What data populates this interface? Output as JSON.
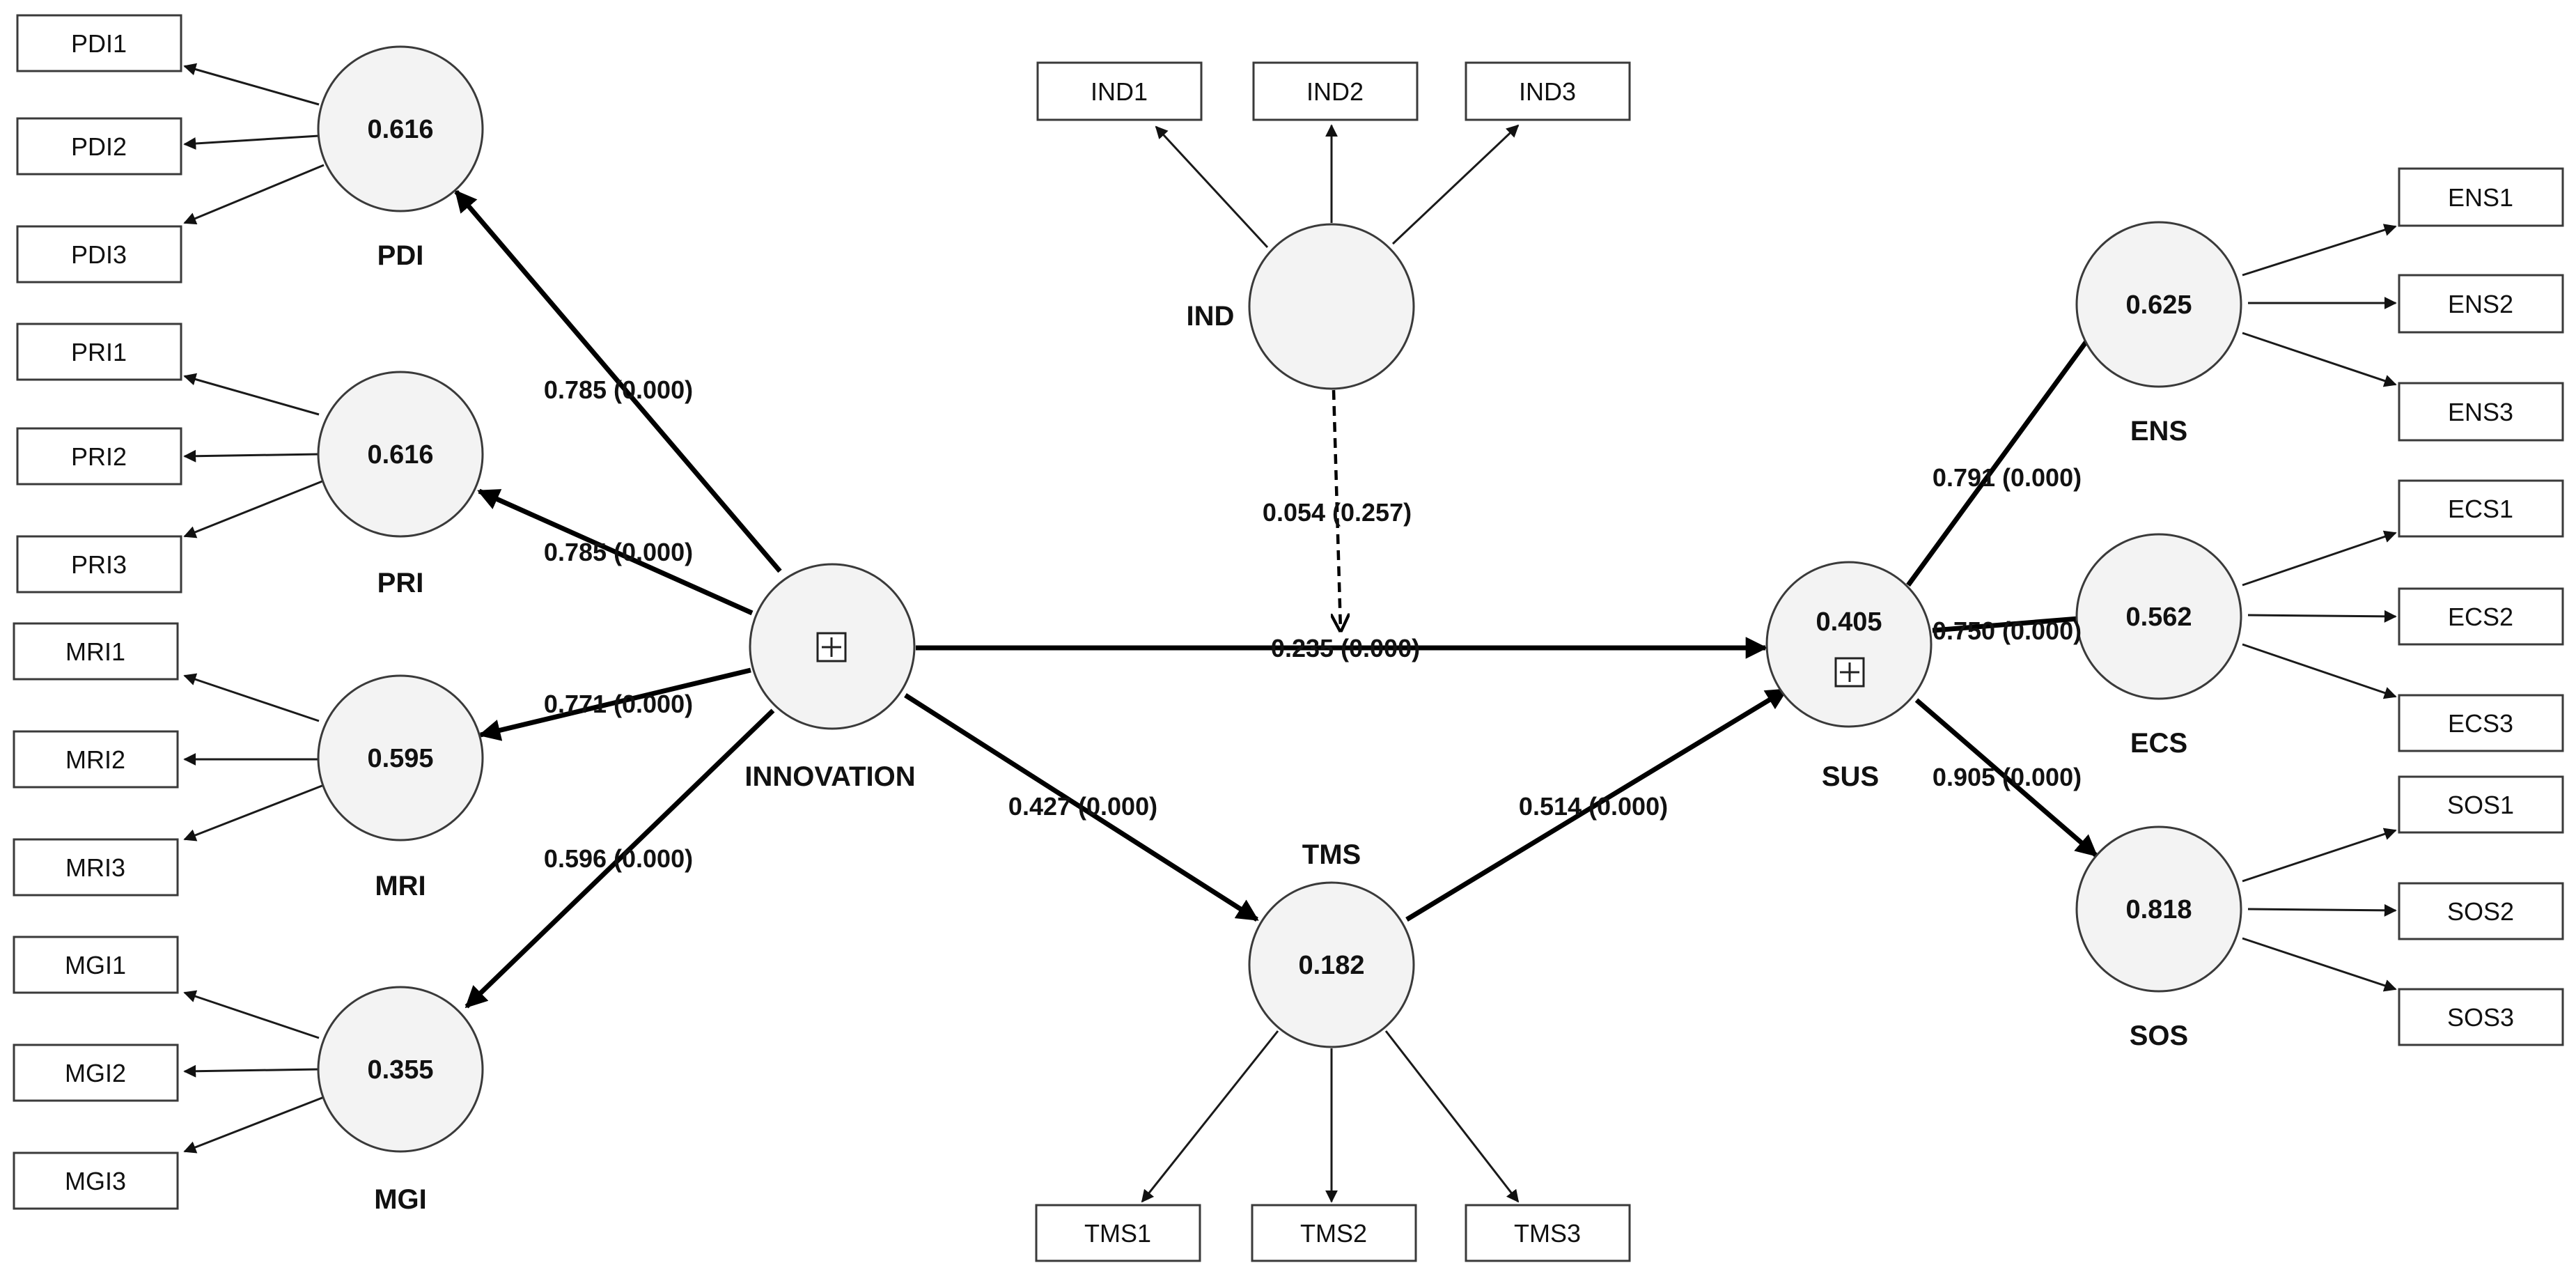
{
  "constructs": {
    "pdi": {
      "name": "PDI",
      "value": "0.616"
    },
    "pri": {
      "name": "PRI",
      "value": "0.616"
    },
    "mri": {
      "name": "MRI",
      "value": "0.595"
    },
    "mgi": {
      "name": "MGI",
      "value": "0.355"
    },
    "innovation": {
      "name": "INNOVATION",
      "value": ""
    },
    "ind": {
      "name": "IND",
      "value": ""
    },
    "tms": {
      "name": "TMS",
      "value": "0.182"
    },
    "sus": {
      "name": "SUS",
      "value": "0.405"
    },
    "ens": {
      "name": "ENS",
      "value": "0.625"
    },
    "ecs": {
      "name": "ECS",
      "value": "0.562"
    },
    "sos": {
      "name": "SOS",
      "value": "0.818"
    }
  },
  "indicators": {
    "pdi": [
      "PDI1",
      "PDI2",
      "PDI3"
    ],
    "pri": [
      "PRI1",
      "PRI2",
      "PRI3"
    ],
    "mri": [
      "MRI1",
      "MRI2",
      "MRI3"
    ],
    "mgi": [
      "MGI1",
      "MGI2",
      "MGI3"
    ],
    "ind": [
      "IND1",
      "IND2",
      "IND3"
    ],
    "tms": [
      "TMS1",
      "TMS2",
      "TMS3"
    ],
    "ens": [
      "ENS1",
      "ENS2",
      "ENS3"
    ],
    "ecs": [
      "ECS1",
      "ECS2",
      "ECS3"
    ],
    "sos": [
      "SOS1",
      "SOS2",
      "SOS3"
    ]
  },
  "paths": {
    "innovation_pdi": "0.785 (0.000)",
    "innovation_pri": "0.785 (0.000)",
    "innovation_mri": "0.771 (0.000)",
    "innovation_mgi": "0.596 (0.000)",
    "innovation_sus": "0.235 (0.000)",
    "innovation_tms": "0.427 (0.000)",
    "tms_sus": "0.514 (0.000)",
    "ind_moderation": "0.054 (0.257)",
    "sus_ens": "0.791 (0.000)",
    "sus_ecs": "0.750 (0.000)",
    "sus_sos": "0.905 (0.000)"
  }
}
